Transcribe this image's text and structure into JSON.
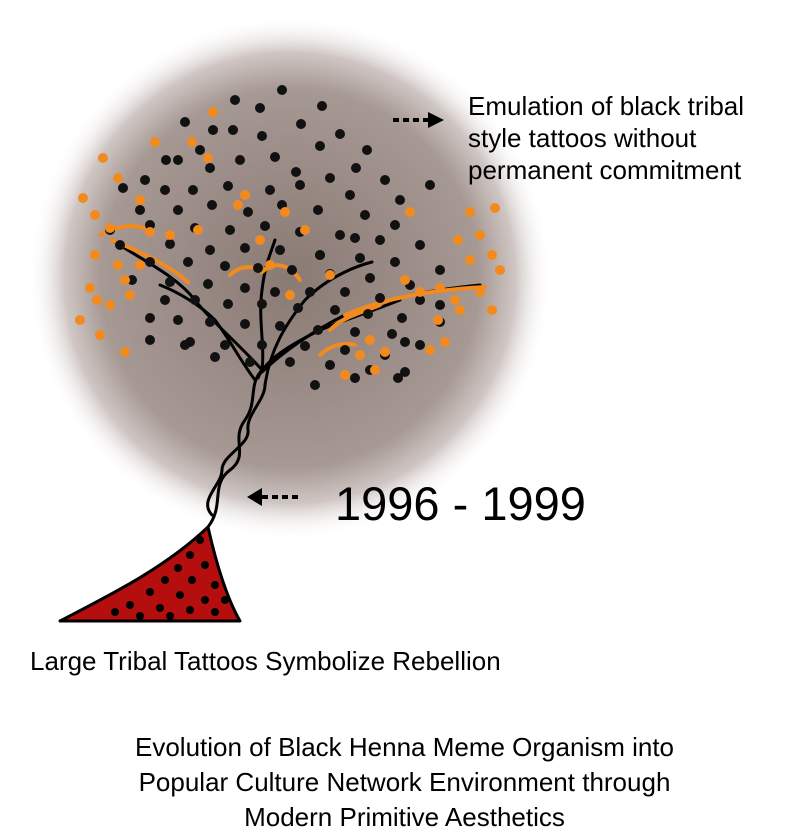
{
  "annotation": {
    "lines": [
      "Emulation of black tribal",
      "style tattoos without",
      "permanent commitment"
    ]
  },
  "year_label": "1996 - 1999",
  "root_label": "Large Tribal Tattoos Symbolize Rebellion",
  "footer": {
    "lines": [
      "Evolution of Black Henna Meme Organism into",
      "Popular Culture Network Environment through",
      "Modern Primitive Aesthetics"
    ]
  },
  "colors": {
    "canopy_inner": "#8a7a74",
    "canopy_outer": "#ffffff",
    "orange": "#f28a1e",
    "black": "#111111",
    "root_red": "#b50e0e"
  },
  "icons": [
    "arrow-right-dashed-icon",
    "arrow-left-dashed-icon"
  ]
}
